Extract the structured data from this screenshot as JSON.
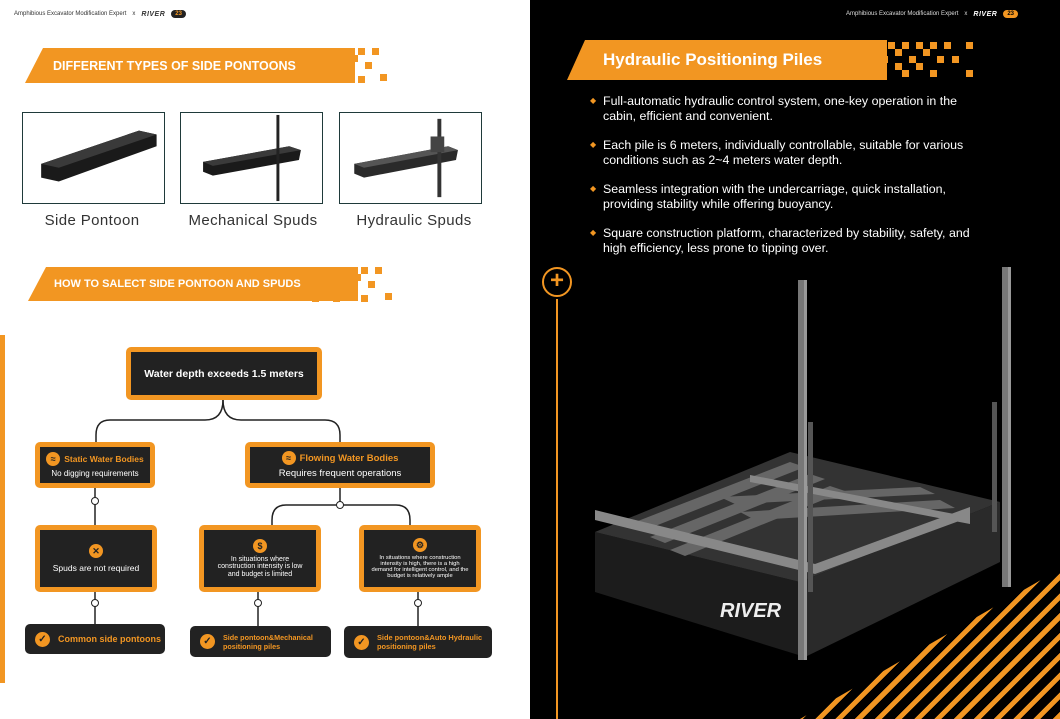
{
  "header_left": {
    "title": "Amphibious Excavator Modification Expert",
    "sep": "x",
    "brand": "RIVER",
    "page": "23"
  },
  "header_right": {
    "title": "Amphibious Excavator Modification Expert",
    "sep": "x",
    "brand": "RIVER",
    "page": "23"
  },
  "left": {
    "section1_title": "DIFFERENT TYPES OF SIDE PONTOONS",
    "products": [
      {
        "caption": "Side Pontoon"
      },
      {
        "caption": "Mechanical Spuds"
      },
      {
        "caption": "Hydraulic Spuds"
      }
    ],
    "section2_title": "HOW TO SALECT SIDE PONTOON AND SPUDS",
    "flow": {
      "root": "Water depth exceeds 1.5 meters",
      "static_title": "Static Water Bodies",
      "static_desc": "No digging requirements",
      "flowing_title": "Flowing Water Bodies",
      "flowing_desc": "Requires frequent operations",
      "no_spuds": "Spuds are not required",
      "low_intensity": "In situations where construction intensity is low and budget is limited",
      "high_intensity": "In situations where construction intensity is high, there is a high demand for intelligent control, and the budget is relatively ample",
      "result1": "Common side pontoons",
      "result2": "Side pontoon&Mechanical positioning piles",
      "result3": "Side pontoon&Auto Hydraulic positioning piles"
    }
  },
  "right": {
    "title": "Hydraulic Positioning Piles",
    "bullets": [
      "Full-automatic hydraulic control system, one-key operation in the cabin, efficient and convenient.",
      "Each pile is 6 meters, individually controllable, suitable for various conditions such as 2~4 meters water depth.",
      "Seamless integration with the undercarriage, quick installation, providing stability while offering buoyancy.",
      "Square construction platform, characterized by stability, safety, and high efficiency, less prone to tipping over."
    ],
    "plus_symbol": "+",
    "platform_logo": "RIVER"
  },
  "colors": {
    "accent": "#f29622",
    "dark": "#222222",
    "black": "#000000"
  }
}
